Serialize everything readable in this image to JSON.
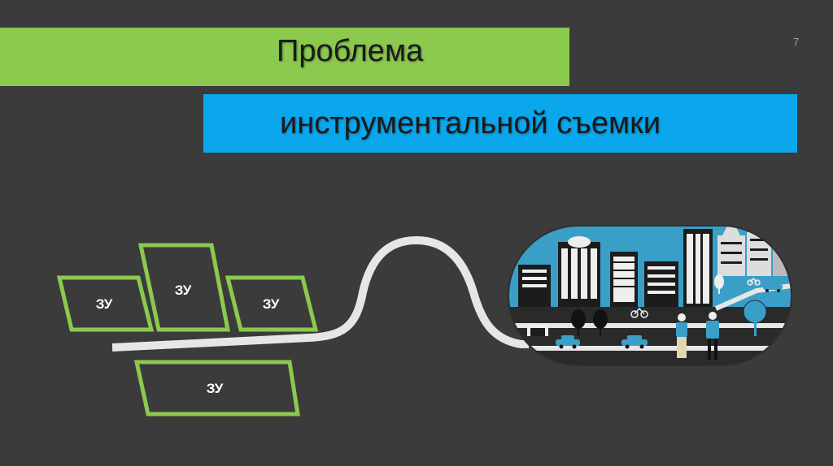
{
  "slide": {
    "title_line1": "Проблема",
    "title_line2": "инструментальной съемки",
    "page_number": "7"
  },
  "parcels": [
    {
      "label": "ЗУ"
    },
    {
      "label": "ЗУ"
    },
    {
      "label": "ЗУ"
    },
    {
      "label": "ЗУ"
    }
  ],
  "colors": {
    "background": "#3b3b3b",
    "title_bar_1": "#8cc94f",
    "title_bar_2": "#0aa7ec",
    "parcel_outline": "#8cc94f",
    "road": "#e6e6e6",
    "city_sky": "#3a9fc7"
  },
  "icons": [
    "city-illustration-icon",
    "car-icon",
    "bicycle-icon",
    "tree-icon",
    "person-icon"
  ]
}
